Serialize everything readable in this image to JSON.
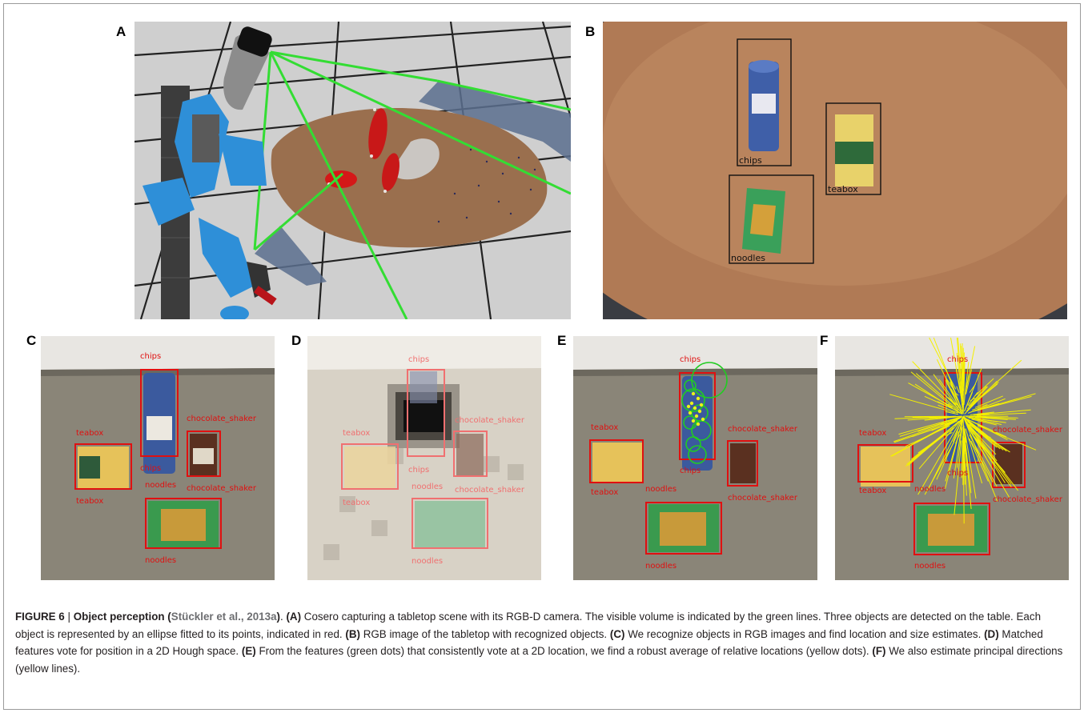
{
  "panels": {
    "a": {
      "letter": "A"
    },
    "b": {
      "letter": "B",
      "labels": {
        "chips": "chips",
        "teabox": "teabox",
        "noodles": "noodles"
      }
    },
    "c": {
      "letter": "C"
    },
    "d": {
      "letter": "D"
    },
    "e": {
      "letter": "E"
    },
    "f": {
      "letter": "F"
    },
    "labels": {
      "chips": "chips",
      "teabox": "teabox",
      "noodles": "noodles",
      "chocolate_shaker": "chocolate_shaker"
    }
  },
  "caption": {
    "figure_label": "FIGURE 6",
    "separator": "|",
    "title": "Object perception",
    "citation": "Stückler et al., 2013a",
    "a_tag": "(A)",
    "a_text": "Cosero capturing a tabletop scene with its RGB-D camera. The visible volume is indicated by the green lines. Three objects are detected on the table. Each object is represented by an ellipse fitted to its points, indicated in red.",
    "b_tag": "(B)",
    "b_text": "RGB image of the tabletop with recognized objects.",
    "c_tag": "(C)",
    "c_text": "We recognize objects in RGB images and find location and size estimates.",
    "d_tag": "(D)",
    "d_text": "Matched features vote for position in a 2D Hough space.",
    "e_tag": "(E)",
    "e_text": "From the features (green dots) that consistently vote at a 2D location, we find a robust average of relative locations (yellow dots).",
    "f_tag": "(F)",
    "f_text": "We also estimate principal directions (yellow lines)."
  },
  "colors": {
    "bbox_red": "#e01010",
    "frustum_green": "#33dd33",
    "robot_blue": "#2e8fd8",
    "table_wood": "#9a6f4e",
    "caption_text": "#231f20",
    "citation": "#6d6e71"
  }
}
